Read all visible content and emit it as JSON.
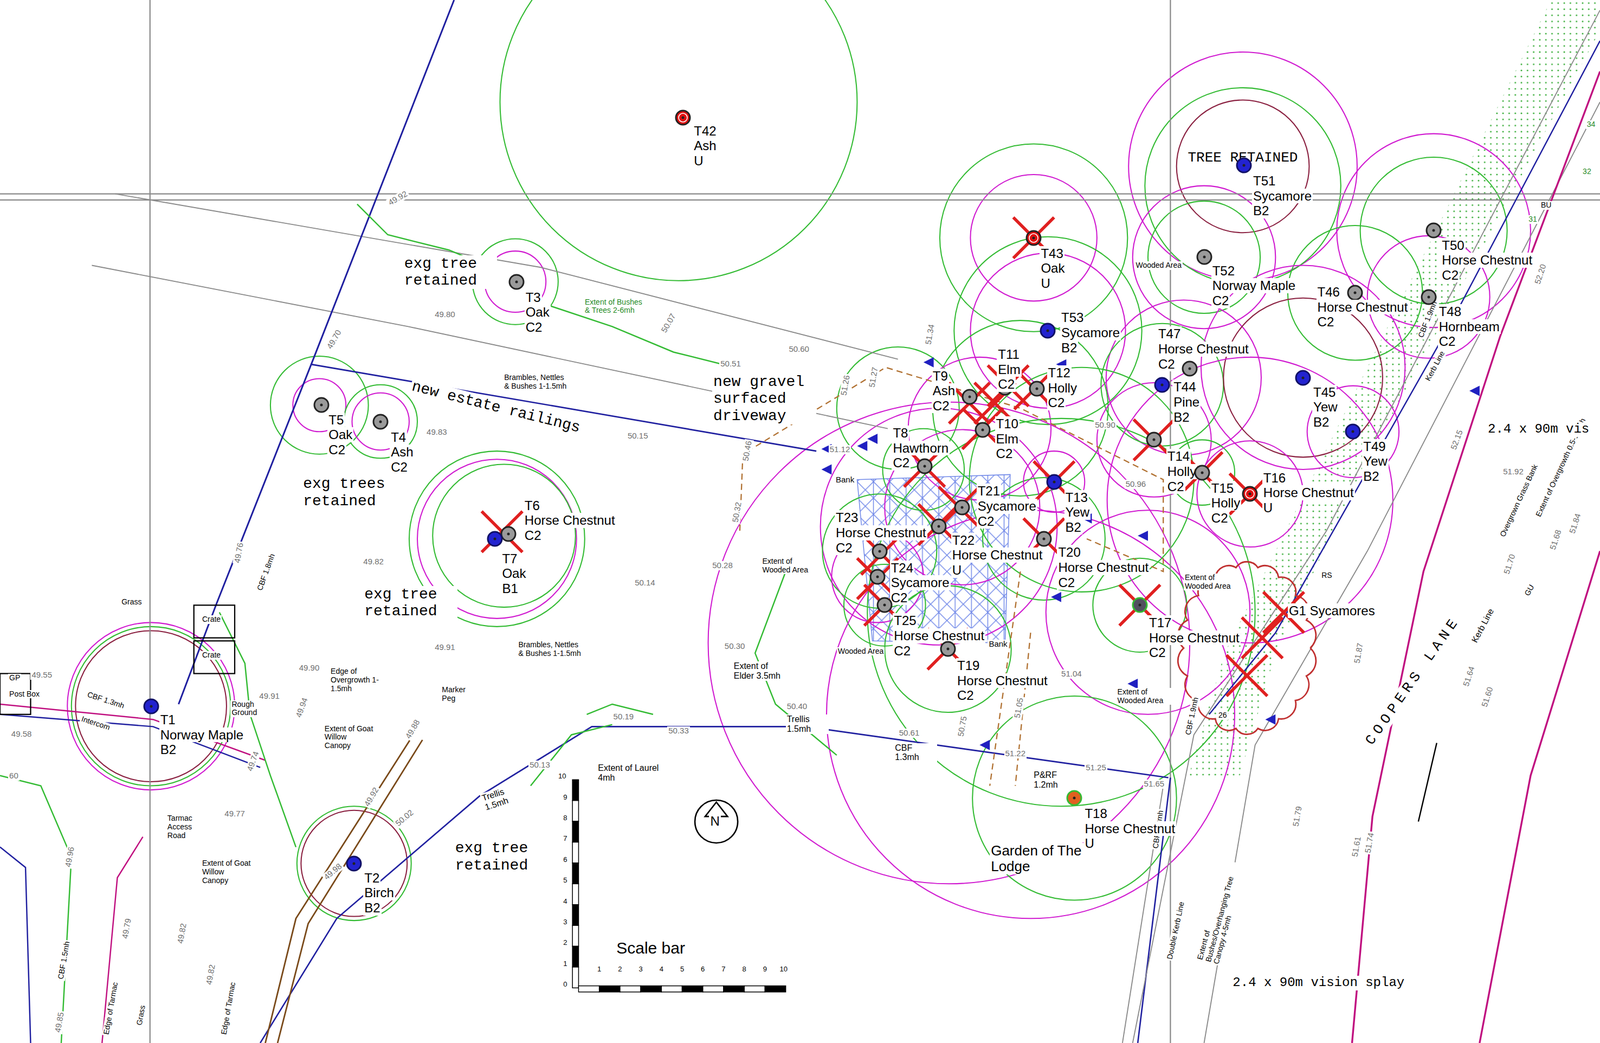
{
  "diagram": {
    "nodes": [
      {
        "text": [
          "T42",
          "Ash",
          "U"
        ]
      },
      {
        "text": [
          "T3",
          "Oak",
          "C2"
        ]
      },
      {
        "text": [
          "T5",
          "Oak",
          "C2"
        ]
      },
      {
        "text": [
          "T4",
          "Ash",
          "C2"
        ]
      },
      {
        "text": [
          "T6",
          "Horse Chestnut",
          "C2"
        ]
      },
      {
        "text": [
          "T7",
          "Oak",
          "B1"
        ]
      },
      {
        "text": [
          "T1",
          "Norway Maple",
          "B2"
        ]
      },
      {
        "text": [
          "T2",
          "Birch",
          "B2"
        ]
      },
      {
        "text": [
          "T43",
          "Oak",
          "U"
        ]
      },
      {
        "text": [
          "T51",
          "Sycamore",
          "B2"
        ]
      },
      {
        "text": [
          "T52",
          "Norway Maple",
          "C2"
        ]
      },
      {
        "text": [
          "T50",
          "Horse Chestnut",
          "C2"
        ]
      },
      {
        "text": [
          "T46",
          "Horse Chestnut",
          "C2"
        ]
      },
      {
        "text": [
          "T48",
          "Hornbeam",
          "C2"
        ]
      },
      {
        "text": [
          "T53",
          "Sycamore",
          "B2"
        ]
      },
      {
        "text": [
          "T47",
          "Horse Chestnut",
          "C2"
        ]
      },
      {
        "text": [
          "T44",
          "Pine",
          "B2"
        ]
      },
      {
        "text": [
          "T45",
          "Yew",
          "B2"
        ]
      },
      {
        "text": [
          "T49",
          "Yew",
          "B2"
        ]
      },
      {
        "text": [
          "T9",
          "Ash",
          "C2"
        ]
      },
      {
        "text": [
          "T11",
          "Elm",
          "C2"
        ]
      },
      {
        "text": [
          "T12",
          "Holly",
          "C2"
        ]
      },
      {
        "text": [
          "T10",
          "Elm",
          "C2"
        ]
      },
      {
        "text": [
          "T8",
          "Hawthorn",
          "C2"
        ]
      },
      {
        "text": [
          "T13",
          "Yew",
          "B2"
        ]
      },
      {
        "text": [
          "T14",
          "Holly",
          "C2"
        ]
      },
      {
        "text": [
          "T15",
          "Holly",
          "C2"
        ]
      },
      {
        "text": [
          "T16",
          "Horse Chestnut",
          "U"
        ]
      },
      {
        "text": [
          "T21",
          "Sycamore",
          "C2"
        ]
      },
      {
        "text": [
          "T22",
          "Horse Chestnut",
          "U"
        ]
      },
      {
        "text": [
          "T20",
          "Horse Chestnut",
          "C2"
        ]
      },
      {
        "text": [
          "T23",
          "Horse Chestnut",
          "C2"
        ]
      },
      {
        "text": [
          "T24",
          "Sycamore",
          "C2"
        ]
      },
      {
        "text": [
          "T25",
          "Horse Chestnut",
          "C2"
        ]
      },
      {
        "text": [
          "T19",
          "Horse Chestnut",
          "C2"
        ]
      },
      {
        "text": [
          "T17",
          "Horse Chestnut",
          "C2"
        ]
      },
      {
        "text": [
          "T18",
          "Horse Chestnut",
          "U"
        ]
      },
      {
        "text": [
          "G1 Sycamores"
        ]
      }
    ],
    "labels": [
      "exg tree retained",
      "exg trees retained",
      "exg tree retained",
      "exg tree retained",
      "new estate railings",
      "new gravel surfaced driveway",
      "TREE RETAINED",
      "Extent of Bushes & Trees 2-6mh",
      "Brambles, Nettles & Bushes 1-1.5mh",
      "Brambles, Nettles & Bushes 1-1.5mh",
      "Wooded Area",
      "Wooded Area",
      "Extent of Wooded Area",
      "Extent of Wooded Area",
      "Extent of Wooded Area",
      "Extent of Elder 3.5mh",
      "Extent of Laurel 4mh",
      "Trellis 1.5mh",
      "Trellis 1.5mh",
      "CBF 1.3mh",
      "P&RF 1.2mh",
      "Garden of The Lodge",
      "Bank",
      "Bank",
      "Edge of Overgrowth 1-1.5mh",
      "Extent of Goat Willow Canopy",
      "Extent of Goat Willow Canopy",
      "Tarmac Access Road",
      "Rough Ground",
      "Grass",
      "Crate",
      "Crate",
      "Marker Peg",
      "Intercom",
      "CBF 1.3mh",
      "CBF 1.8mh",
      "GP",
      "Post Box",
      "COOPERS LANE",
      "Kerb Line",
      "Kerb Line",
      "CBF 1.9mh",
      "Extent of Overgrowth 0.5-1.5mh",
      "Overgrown Grass Bank",
      "2.4 x 90m vis",
      "2.4 x 90m vision splay",
      "Double Kerb Line",
      "Extent of Bushes/Overhanging Tree Canopy 4-5mh",
      "CBF 1.9mh",
      "CBF 1.8mh",
      "RS",
      "26",
      "BU",
      "31",
      "32",
      "34",
      "GU",
      "Scale bar",
      "N",
      "10",
      "9",
      "8",
      "7",
      "6",
      "5",
      "4",
      "3",
      "2",
      "1",
      "0",
      "1",
      "2",
      "3",
      "4",
      "5",
      "6",
      "7",
      "8",
      "9",
      "10",
      "49.80",
      "49.83",
      "49.82",
      "50.15",
      "50.14",
      "49.91",
      "49.91",
      "49.77",
      "49.58",
      "49.55",
      "50.60",
      "50.51",
      "50.30",
      "50.28",
      "50.32",
      "50.46",
      "50.40",
      "50.33",
      "50.19",
      "50.13",
      "50.61",
      "50.75",
      "51.05",
      "51.22",
      "51.25",
      "51.65",
      "51.04",
      "51.79",
      "51.87",
      "51.92",
      "52.15",
      "51.64",
      "51.60",
      "51.70",
      "51.68",
      "51.84",
      "52.20",
      "51.61",
      "51.74",
      "50.96",
      "50.90",
      "51.12",
      "51.26",
      "51.27",
      "51.34",
      "50.07",
      "49.76",
      "49.70",
      "49.92",
      "50.02",
      "49.98",
      "49.92",
      "49.94",
      "49.88",
      "49.90",
      "49.74",
      "49.82",
      "49.79",
      "49.96",
      "49.85",
      "49.82",
      "60",
      "Edge of Tarmac",
      "Edge of Tarmac",
      "Grass",
      "CBF 1.5mh"
    ]
  }
}
